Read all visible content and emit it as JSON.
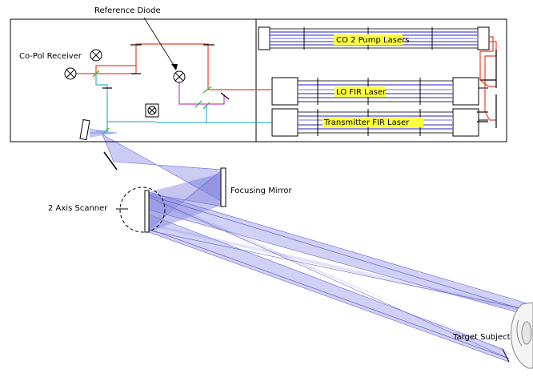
{
  "labels": {
    "reference_diode": "Reference Diode",
    "co_pol_receiver": "Co-Pol Receiver",
    "co2_pump_lasers": "CO 2 Pump Lasers",
    "lo_fir_laser": "LO FIR Laser",
    "transmitter_fir_laser": "Transmitter FIR Laser",
    "focusing_mirror": "Focusing Mirror",
    "two_axis_scanner": "2 Axis Scanner",
    "target_subject": "Target Subject"
  },
  "colors": {
    "co2_beam": "#e8402a",
    "lo_beam": "#c83cc8",
    "transmitter_beam": "#3ab0d8",
    "beam_fill": "#8c8ce6",
    "beam_dark": "#5a5ad2",
    "laser_tube": "#b8b8f0",
    "label_highlight": "#ffff44"
  }
}
